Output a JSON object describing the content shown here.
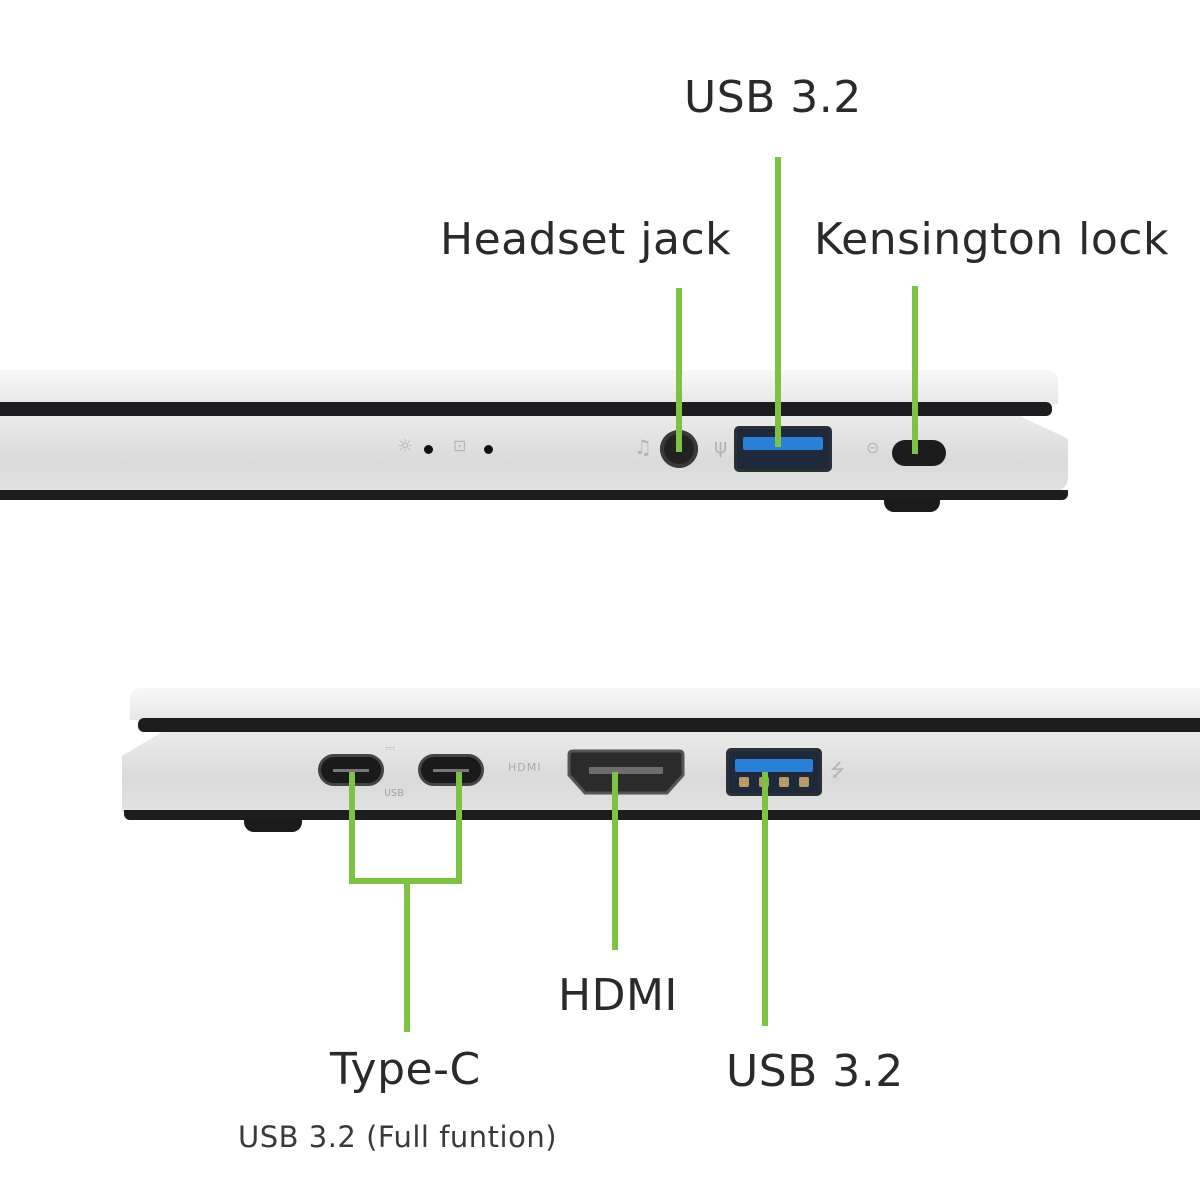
{
  "top_view": {
    "labels": {
      "usb": "USB 3.2",
      "headset": "Headset jack",
      "kensington": "Kensington lock"
    },
    "indicators": [
      {
        "icon": "light-indicator-icon"
      },
      {
        "icon": "battery-charge-indicator-icon"
      }
    ],
    "port_icons": {
      "headset": "headset-icon",
      "usb": "usb-icon",
      "lock": "lock-icon"
    }
  },
  "bottom_view": {
    "labels": {
      "typec_title": "Type-C",
      "typec_subtitle": "USB 3.2 (Full funtion)",
      "hdmi": "HDMI",
      "usb": "USB 3.2"
    },
    "port_icons": {
      "hdmi": "HDMI",
      "usb": "usb-icon",
      "typec": "usb-c-power-icon"
    }
  },
  "colors": {
    "leader": "#7dc243",
    "text": "#2a2a2a",
    "usb_blue": "#2c7fd6",
    "chassis": "#e4e4e4",
    "gap": "#1d1d1f"
  }
}
